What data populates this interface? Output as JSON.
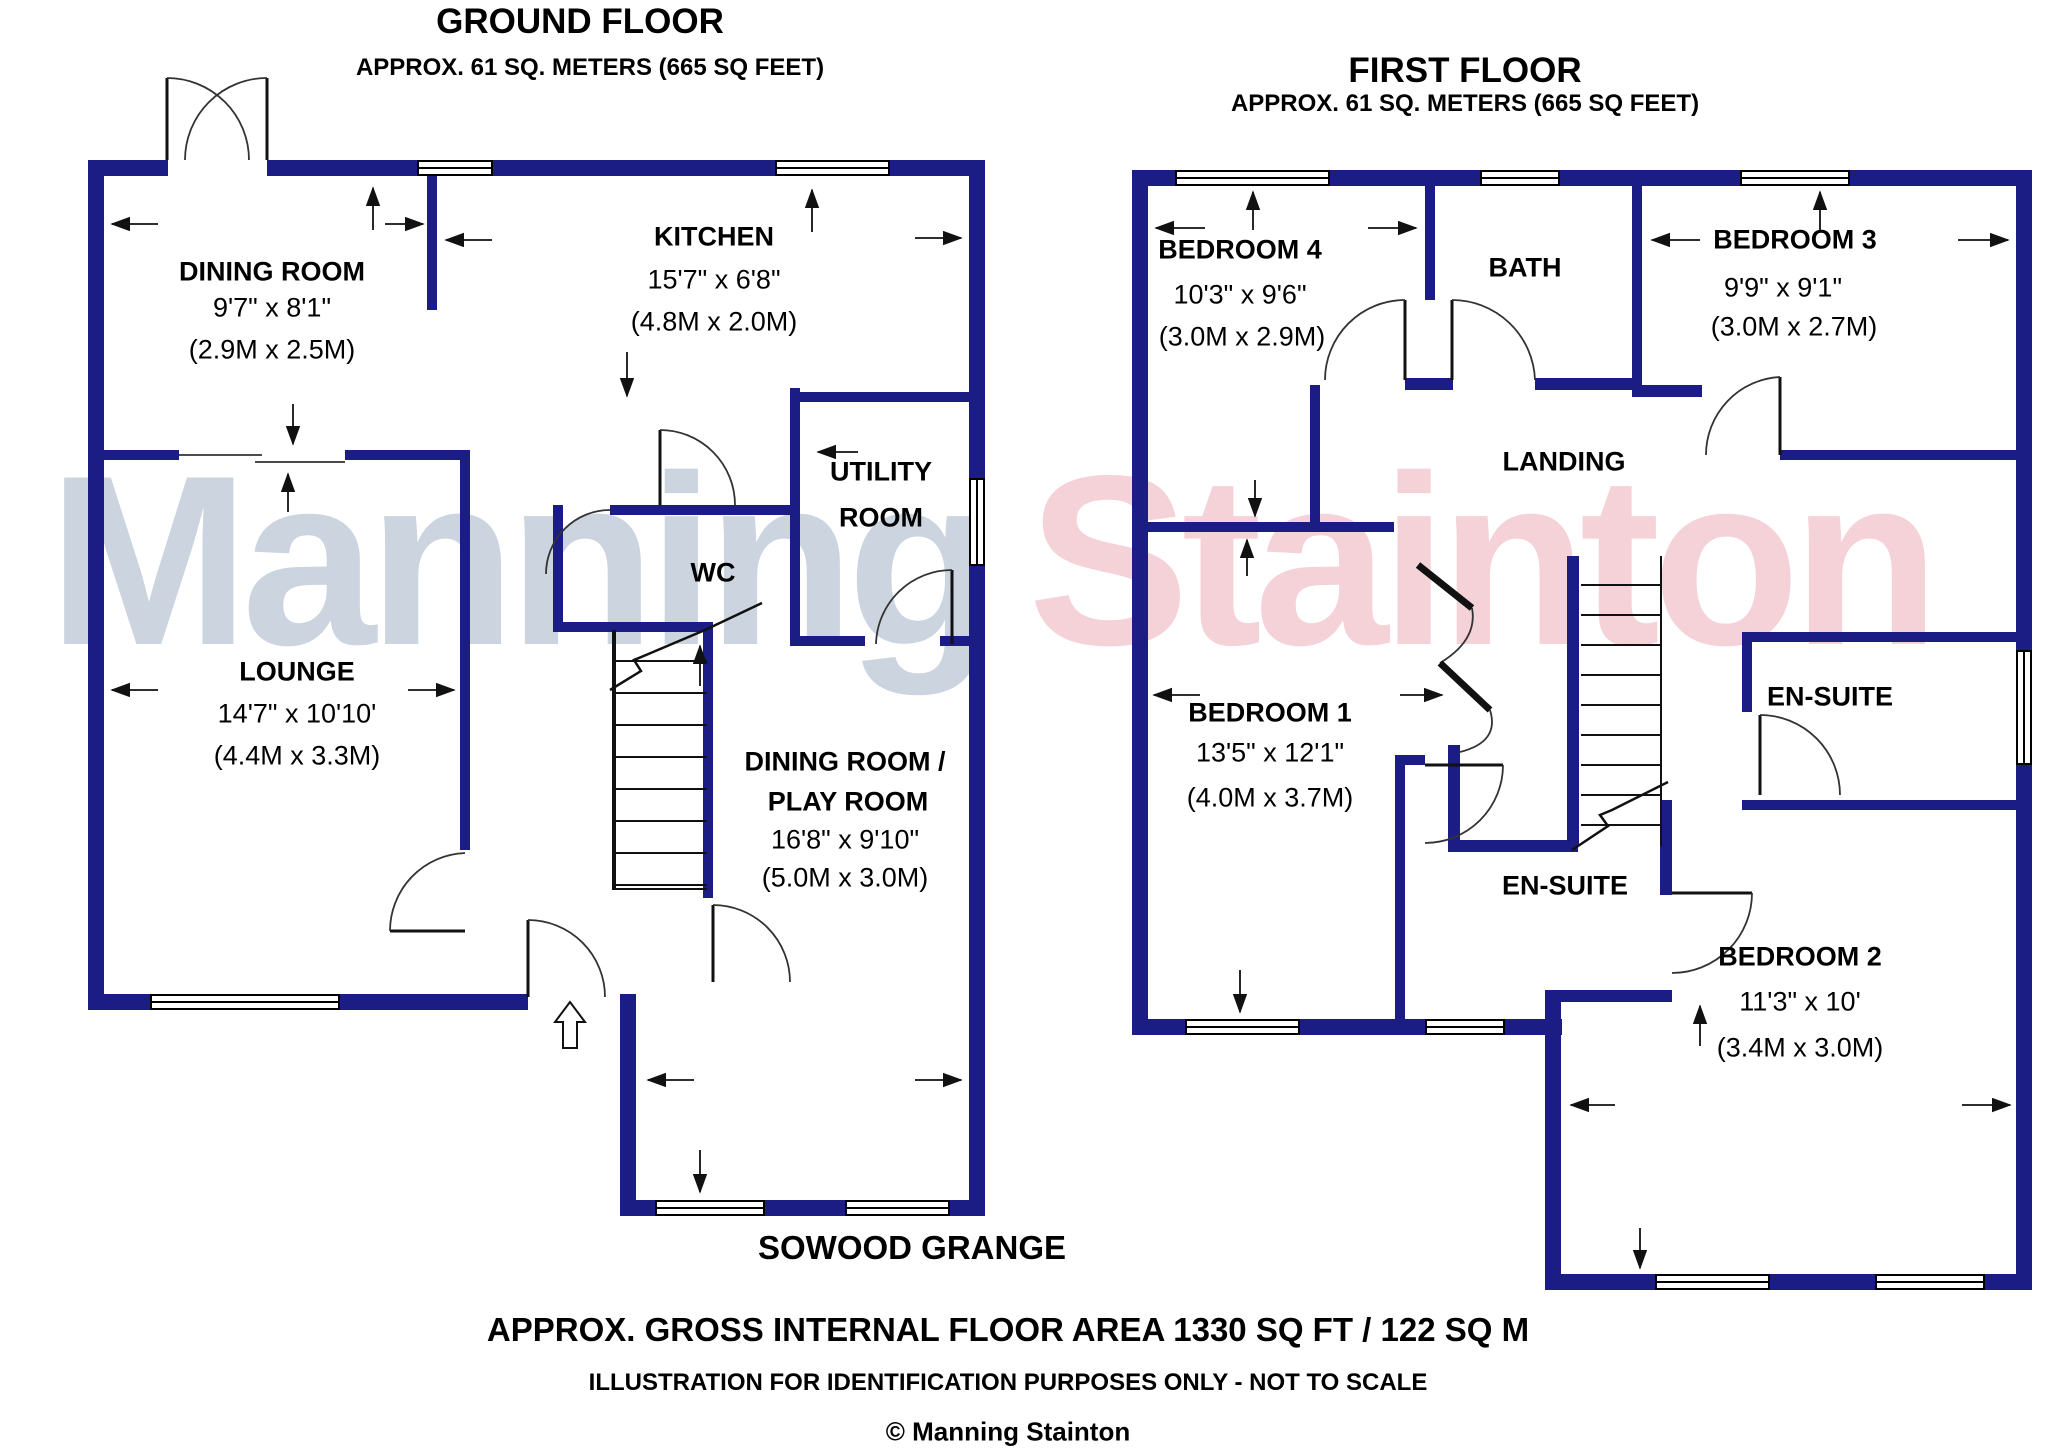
{
  "colors": {
    "wall": "#1c1c85",
    "watermark_gray": "#ccd4e0",
    "watermark_pink": "#f4d2d8"
  },
  "watermark": {
    "part1": "Manning",
    "part2": "Stainton"
  },
  "ground_floor": {
    "title": "GROUND FLOOR",
    "subtitle": "APPROX. 61 SQ. METERS (665 SQ FEET)",
    "rooms": [
      {
        "name": "DINING ROOM",
        "imperial": "9'7\" x 8'1\"",
        "metric": "(2.9M x 2.5M)"
      },
      {
        "name": "KITCHEN",
        "imperial": "15'7\" x 6'8\"",
        "metric": "(4.8M x 2.0M)"
      },
      {
        "name": "WC"
      },
      {
        "name_line1": "UTILITY",
        "name_line2": "ROOM"
      },
      {
        "name": "LOUNGE",
        "imperial": "14'7\" x 10'10'",
        "metric": "(4.4M x 3.3M)"
      },
      {
        "name_line1": "DINING ROOM  /",
        "name_line2": "PLAY ROOM",
        "imperial": "16'8\" x 9'10\"",
        "metric": "(5.0M x 3.0M)"
      }
    ]
  },
  "first_floor": {
    "title": "FIRST FLOOR",
    "subtitle": "APPROX. 61 SQ. METERS (665 SQ FEET)",
    "rooms": [
      {
        "name": "BEDROOM 4",
        "imperial": "10'3\" x 9'6\"",
        "metric": "(3.0M x 2.9M)"
      },
      {
        "name": "BATH"
      },
      {
        "name": "BEDROOM 3",
        "imperial": "9'9\" x 9'1\"",
        "metric": "(3.0M x 2.7M)"
      },
      {
        "name": "LANDING"
      },
      {
        "name": "BEDROOM 1",
        "imperial": "13'5\" x 12'1\"",
        "metric": "(4.0M x 3.7M)"
      },
      {
        "name": "EN-SUITE"
      },
      {
        "name": "EN-SUITE"
      },
      {
        "name": "BEDROOM 2",
        "imperial": "11'3\" x 10'",
        "metric": "(3.4M x 3.0M)"
      }
    ]
  },
  "footer": {
    "property_name": "SOWOOD GRANGE",
    "area_line": "APPROX. GROSS INTERNAL FLOOR AREA 1330 SQ FT / 122 SQ M",
    "disclaimer": "ILLUSTRATION FOR IDENTIFICATION PURPOSES ONLY - NOT TO SCALE",
    "copyright": "© Manning Stainton"
  }
}
